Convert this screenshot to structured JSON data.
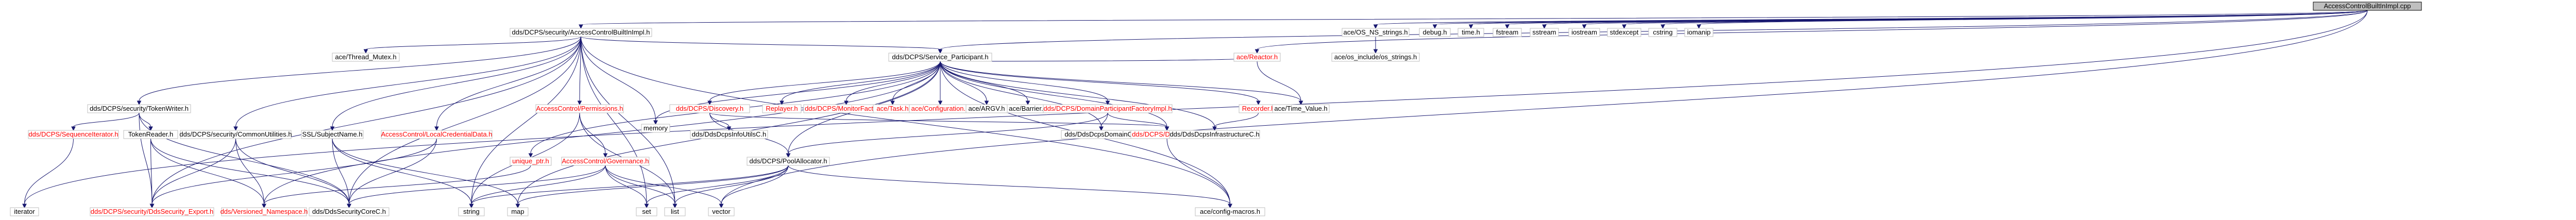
{
  "diagram": {
    "title": "AccessControlBuiltInImpl.cpp",
    "colors": {
      "edge": "#191970",
      "node_border": "#bfbfbf",
      "root_fill": "#bfbfbf",
      "link_text": "#000000",
      "undocumented_text": "#ff0000"
    },
    "nodes": [
      {
        "id": "root",
        "label": "AccessControlBuiltInImpl.cpp",
        "kind": "root"
      },
      {
        "id": "acbi_h",
        "label": "dds/DCPS/security/AccessControlBuiltInImpl.h"
      },
      {
        "id": "svc_part",
        "label": "dds/DCPS/Service_Participant.h"
      },
      {
        "id": "ace_reactor",
        "label": "ace/Reactor.h",
        "kind": "red"
      },
      {
        "id": "ace_os_ns_strings",
        "label": "ace/OS_NS_strings.h"
      },
      {
        "id": "debug_h",
        "label": "debug.h"
      },
      {
        "id": "time_h",
        "label": "time.h"
      },
      {
        "id": "fstream",
        "label": "fstream"
      },
      {
        "id": "sstream",
        "label": "sstream"
      },
      {
        "id": "iostream",
        "label": "iostream"
      },
      {
        "id": "stdexcept",
        "label": "stdexcept"
      },
      {
        "id": "cstring",
        "label": "cstring"
      },
      {
        "id": "iomanip",
        "label": "iomanip"
      },
      {
        "id": "ace_os_include_strings",
        "label": "ace/os_include/os_strings.h"
      },
      {
        "id": "token_writer",
        "label": "dds/DCPS/security/TokenWriter.h"
      },
      {
        "id": "ace_thread_mutex",
        "label": "ace/Thread_Mutex.h"
      },
      {
        "id": "ac_permissions",
        "label": "AccessControl/Permissions.h",
        "kind": "red"
      },
      {
        "id": "memory",
        "label": "memory"
      },
      {
        "id": "discovery",
        "label": "dds/DCPS/Discovery.h",
        "kind": "red"
      },
      {
        "id": "replayer",
        "label": "Replayer.h",
        "kind": "red"
      },
      {
        "id": "monitor_factory",
        "label": "dds/DCPS/MonitorFactory.h",
        "kind": "red"
      },
      {
        "id": "ace_task",
        "label": "ace/Task.h",
        "kind": "red"
      },
      {
        "id": "ace_configuration",
        "label": "ace/Configuration.h",
        "kind": "red"
      },
      {
        "id": "ace_arch",
        "label": "ace/ARGV.h"
      },
      {
        "id": "ace_barrier",
        "label": "ace/Barrier.h"
      },
      {
        "id": "dpf_impl",
        "label": "dds/DCPS/DomainParticipantFactoryImpl.h",
        "kind": "red"
      },
      {
        "id": "recorder",
        "label": "Recorder.h",
        "kind": "red"
      },
      {
        "id": "ace_time_value",
        "label": "ace/Time_Value.h"
      },
      {
        "id": "seq_iter",
        "label": "dds/DCPS/SequenceIterator.h",
        "kind": "red"
      },
      {
        "id": "token_reader",
        "label": "TokenReader.h"
      },
      {
        "id": "common_utils",
        "label": "dds/DCPS/security/CommonUtilities.h"
      },
      {
        "id": "ssl_subject",
        "label": "SSL/SubjectName.h"
      },
      {
        "id": "ac_local_cred",
        "label": "AccessControl/LocalCredentialData.h",
        "kind": "red"
      },
      {
        "id": "ac_governance",
        "label": "AccessControl/Governance.h",
        "kind": "red"
      },
      {
        "id": "unique_ptr",
        "label": "unique_ptr.h",
        "kind": "red"
      },
      {
        "id": "dds_infoutils",
        "label": "dds/DdsDcpsInfoUtilsC.h"
      },
      {
        "id": "pool_alloc",
        "label": "dds/DCPS/PoolAllocator.h"
      },
      {
        "id": "domain_c",
        "label": "dds/DdsDcpsDomainC.h"
      },
      {
        "id": "dcps_defs",
        "label": "dds/DCPS/Definitions.h",
        "kind": "red"
      },
      {
        "id": "infra_c",
        "label": "dds/DdsDcpsInfrastructureC.h"
      },
      {
        "id": "iterator",
        "label": "iterator"
      },
      {
        "id": "security_export",
        "label": "dds/DCPS/security/DdsSecurity_Export.h",
        "kind": "red"
      },
      {
        "id": "versioned_ns",
        "label": "dds/Versioned_Namespace.h",
        "kind": "red"
      },
      {
        "id": "dds_security_core",
        "label": "dds/DdsSecurityCoreC.h"
      },
      {
        "id": "string",
        "label": "string"
      },
      {
        "id": "map",
        "label": "map"
      },
      {
        "id": "set",
        "label": "set"
      },
      {
        "id": "list",
        "label": "list"
      },
      {
        "id": "vector",
        "label": "vector"
      },
      {
        "id": "ace_config_macros",
        "label": "ace/config-macros.h"
      }
    ]
  }
}
